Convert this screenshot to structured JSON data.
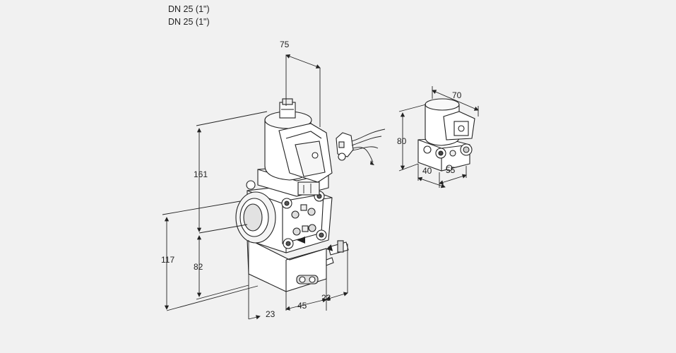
{
  "header": {
    "line1": "DN 25 (1\")",
    "line2": "DN 25 (1\")"
  },
  "dimensions": {
    "top_width": "75",
    "height_upper": "161",
    "height_total": "117",
    "height_lower": "82",
    "base_depth": "23",
    "base_width": "45",
    "side_offset": "23",
    "alt_width": "70",
    "alt_height": "80",
    "alt_depth": "40",
    "alt_length": "55"
  }
}
